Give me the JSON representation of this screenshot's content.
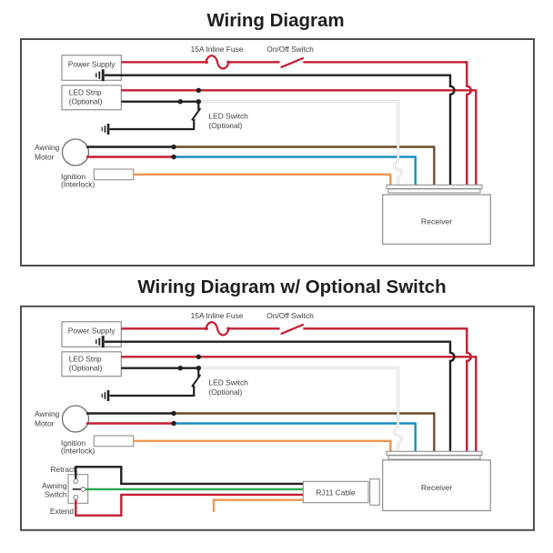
{
  "colors": {
    "red": "#C41E32",
    "black": "#231F20",
    "brown": "#6B4A26",
    "blue": "#1C8DC5",
    "orange": "#F0954E",
    "green": "#2AA850",
    "white_wire_outline": "#D2D2D2",
    "white_wire_core": "#FFFFFF",
    "box_stroke": "#8F8F8F",
    "motor_stroke": "#6E6E6E",
    "outer_stroke": "#4D4D4D",
    "label_text": "#3D3D3D",
    "title_text": "#1F1F1F",
    "white_fill": "#FFFFFF"
  },
  "diagram1": {
    "title": "Wiring Diagram",
    "fuse_label": "15A Inline Fuse",
    "switch_label": "On/Off Switch",
    "power_supply": "Power Supply",
    "led_strip_1": "LED Strip",
    "led_strip_2": "(Optional)",
    "led_switch_1": "LED Switch",
    "led_switch_2": "(Optional)",
    "motor_1": "Awning",
    "motor_2": "Motor",
    "ignition_1": "Ignition",
    "ignition_2": "(Interlock)",
    "receiver": "Receiver"
  },
  "diagram2": {
    "title": "Wiring Diagram w/ Optional Switch",
    "fuse_label": "15A Inline Fuse",
    "switch_label": "On/Off Switch",
    "power_supply": "Power Supply",
    "led_strip_1": "LED Strip",
    "led_strip_2": "(Optional)",
    "led_switch_1": "LED Switch",
    "led_switch_2": "(Optional)",
    "motor_1": "Awning",
    "motor_2": "Motor",
    "ignition_1": "Ignition",
    "ignition_2": "(Interlock)",
    "receiver": "Receiver",
    "retract": "Retract",
    "awning_switch_1": "Awning",
    "awning_switch_2": "Switch",
    "extend": "Extend",
    "rj11": "RJ11 Cable"
  }
}
